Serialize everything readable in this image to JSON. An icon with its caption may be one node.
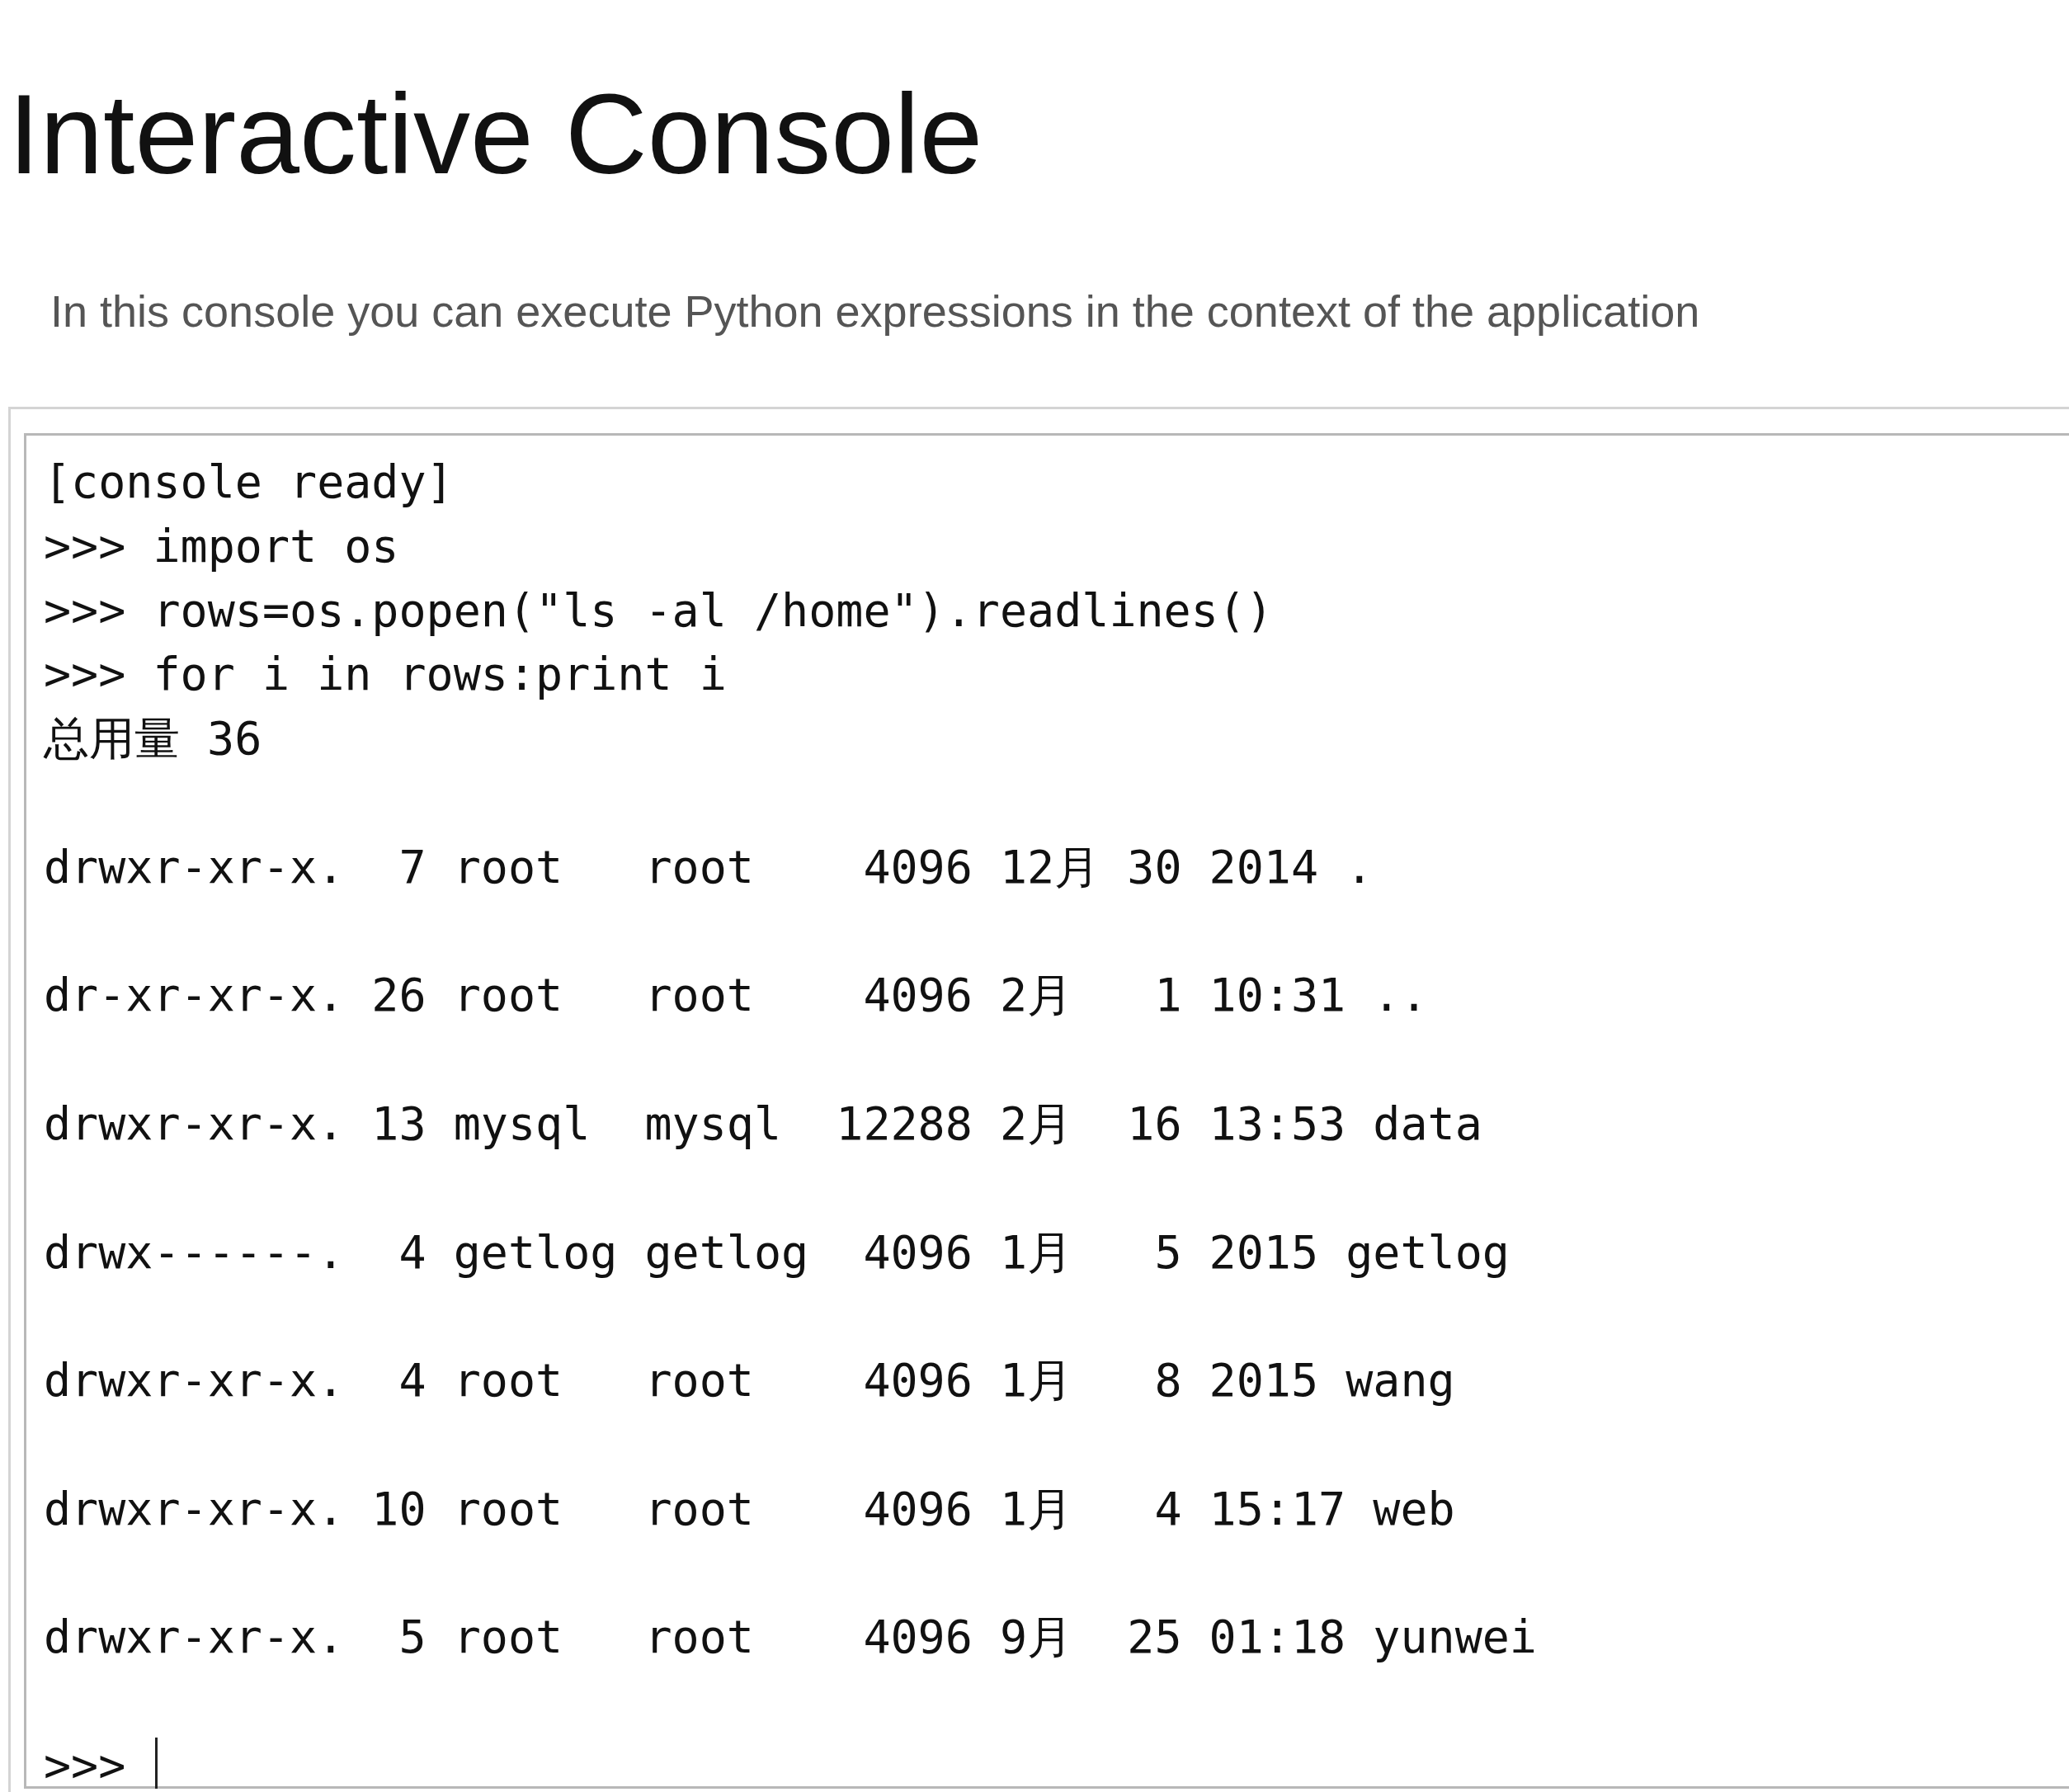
{
  "diagram": {
    "title": "Interactive Console",
    "labels": [
      "In this console you can execute Python expressions in the context of the application",
      "[console ready]",
      ">>> import os",
      ">>> rows=os.popen(\"ls -al /home\").readlines()",
      ">>> for i in rows:print i",
      "总用量 36",
      "drwxr-xr-x.  7 root   root    4096 12月 30 2014 .",
      "dr-xr-xr-x. 26 root   root    4096 2月   1 10:31 ..",
      "drwxr-xr-x. 13 mysql  mysql  12288 2月  16 13:53 data",
      "drwx------.  4 getlog getlog  4096 1月   5 2015 getlog",
      "drwxr-xr-x.  4 root   root    4096 1月   8 2015 wang",
      "drwxr-xr-x. 10 root   root    4096 1月   4 15:17 web",
      "drwxr-xr-x.  5 root   root    4096 9月  25 01:18 yunwei",
      ">>>"
    ]
  }
}
